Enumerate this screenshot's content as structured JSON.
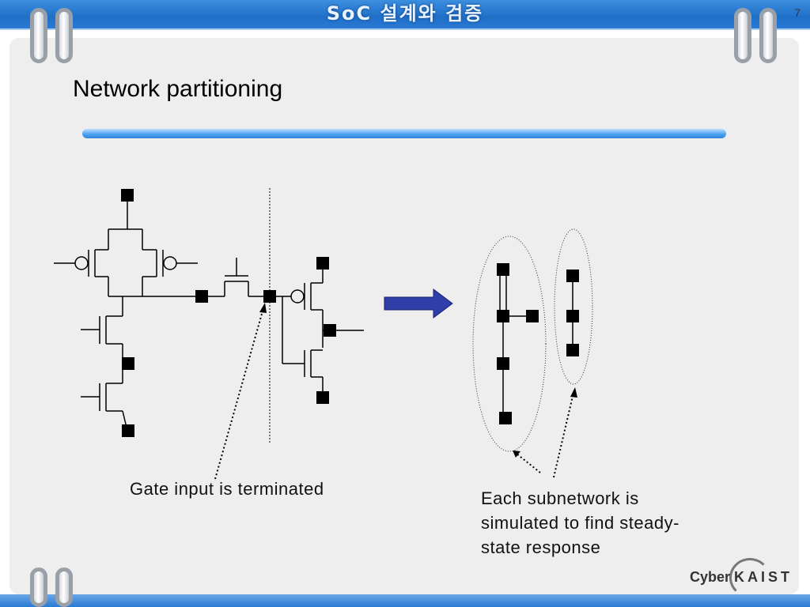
{
  "header": {
    "course_title": "SoC 설계와 검증",
    "page_number": "7"
  },
  "slide": {
    "title": "Network partitioning"
  },
  "captions": {
    "gate_input": "Gate input is terminated",
    "subnetwork_lines": [
      "Each subnetwork is",
      "simulated to find steady-",
      "state response"
    ]
  },
  "logo": {
    "cyber": "Cyber",
    "kaist": "KAIST"
  },
  "colors": {
    "header_blue": "#2a7ad6",
    "arrow_fill": "#2f3ea8",
    "node_fill": "#000000"
  }
}
